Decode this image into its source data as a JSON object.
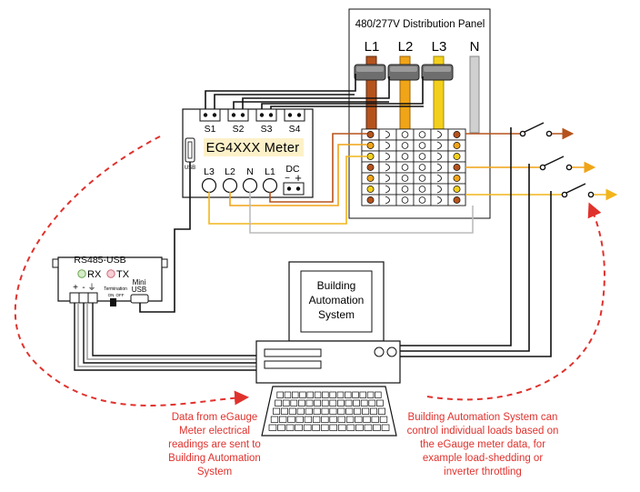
{
  "panel": {
    "title": "480/277V Distribution Panel",
    "phases": [
      "L1",
      "L2",
      "L3",
      "N"
    ]
  },
  "meter": {
    "name": "EG4XXX Meter",
    "ct_inputs": [
      "S1",
      "S2",
      "S3",
      "S4"
    ],
    "voltage_inputs": [
      "L3",
      "L2",
      "N",
      "L1"
    ],
    "usb_label": "USB",
    "dc_label": "DC",
    "dc_minus": "−",
    "dc_plus": "+"
  },
  "converter": {
    "title": "RS485-USB",
    "rx_label": "RX",
    "tx_label": "TX",
    "terminal_plus": "+",
    "terminal_minus": "-",
    "terminal_ground": "⏚",
    "termination_label": "Termination",
    "termination_on": "ON",
    "termination_off": "OFF",
    "mini_usb_line1": "Mini",
    "mini_usb_line2": "USB"
  },
  "bas": {
    "line1": "Building",
    "line2": "Automation",
    "line3": "System"
  },
  "notes": {
    "left": [
      "Data from eGauge",
      "Meter electrical",
      "readings are sent to",
      "Building Automation",
      "System"
    ],
    "right": [
      "Building Automation System can",
      "control individual loads based on",
      "the eGauge meter data, for",
      "example load-shedding or",
      "inverter throttling"
    ]
  },
  "colors": {
    "l1": "#b5531d",
    "l2": "#f0a417",
    "l3": "#f2cf1b",
    "neutral": "#bcbcbc",
    "annotation": "#e0322d",
    "wire": "#111111"
  }
}
